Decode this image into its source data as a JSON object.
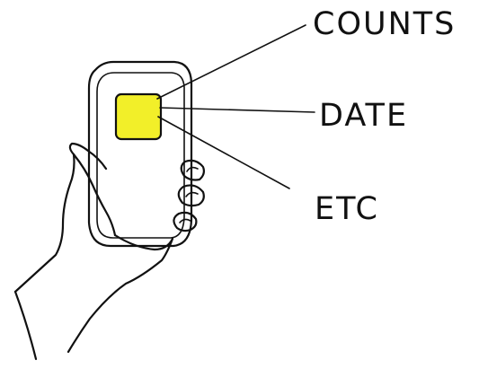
{
  "labels": {
    "counts": "COUNTS",
    "date": "DATE",
    "etc": "ETC"
  },
  "colors": {
    "screen_fill": "#f2ef29",
    "ink": "#111111",
    "background": "#ffffff"
  },
  "icons": {
    "device": "handheld-device-icon",
    "hand": "hand-icon"
  }
}
